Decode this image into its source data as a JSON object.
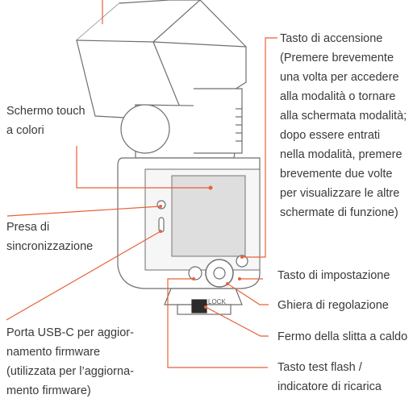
{
  "colors": {
    "leader": "#e8613a",
    "body_outline": "#6f6f6f",
    "screen": "#dedede",
    "text": "#3a3a3a"
  },
  "labels": {
    "power_button": [
      "Tasto di accensione",
      "(Premere brevemente",
      "una volta per accedere",
      "alla modalità o tornare",
      "alla schermata modalità;",
      "dopo essere entrati",
      "nella modalità, premere",
      "brevemente due volte",
      "per visualizzare le altre",
      "schermate di funzione)"
    ],
    "touch_screen": [
      "Schermo touch",
      "a colori"
    ],
    "sync_port": [
      "Presa di",
      "sincronizzazione"
    ],
    "setting_button": [
      "Tasto di impostazione"
    ],
    "dial": [
      "Ghiera di regolazione"
    ],
    "usb_port": [
      "Porta USB-C per aggior-",
      "namento firmware",
      "(utilizzata per l’aggiorna-",
      "mento firmware)"
    ],
    "hot_shoe_lock": [
      "Fermo della slitta a caldo"
    ],
    "test_button": [
      "Tasto test flash /",
      "indicatore di ricarica"
    ]
  },
  "device": {
    "lock_text": "LOCK"
  }
}
